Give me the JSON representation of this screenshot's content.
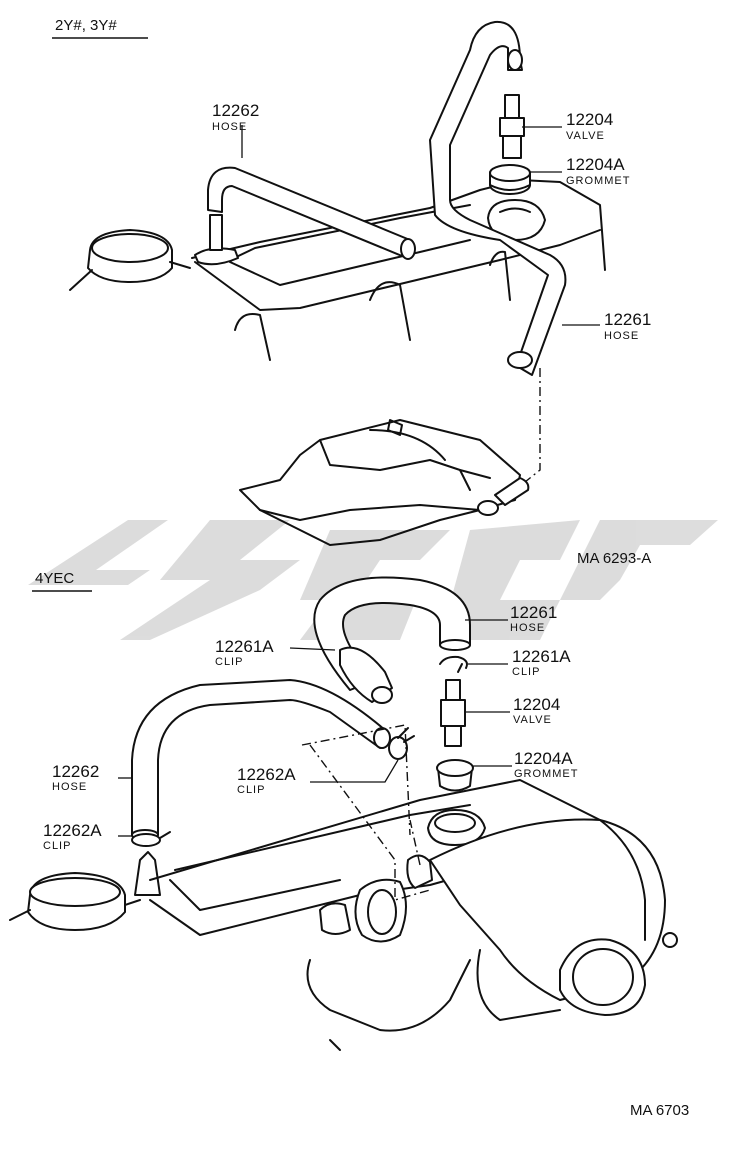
{
  "sections": {
    "top": "2Y#, 3Y#",
    "bottom": "4YEC"
  },
  "top_labels": [
    {
      "num": "12262",
      "desc": "HOSE"
    },
    {
      "num": "12204",
      "desc": "VALVE"
    },
    {
      "num": "12204A",
      "desc": "GROMMET"
    },
    {
      "num": "12261",
      "desc": "HOSE"
    }
  ],
  "bottom_labels": [
    {
      "num": "12261",
      "desc": "HOSE"
    },
    {
      "num": "12261A",
      "desc": "CLIP"
    },
    {
      "num": "12261A",
      "desc": "CLIP"
    },
    {
      "num": "12204",
      "desc": "VALVE"
    },
    {
      "num": "12262A",
      "desc": "CLIP"
    },
    {
      "num": "12204A",
      "desc": "GROMMET"
    },
    {
      "num": "12262",
      "desc": "HOSE"
    },
    {
      "num": "12262A",
      "desc": "CLIP"
    }
  ],
  "figure_codes": {
    "top": "MA  6293-A",
    "bottom": "MA 6703"
  },
  "colors": {
    "line": "#111111",
    "watermark": "#d9d9d9"
  }
}
